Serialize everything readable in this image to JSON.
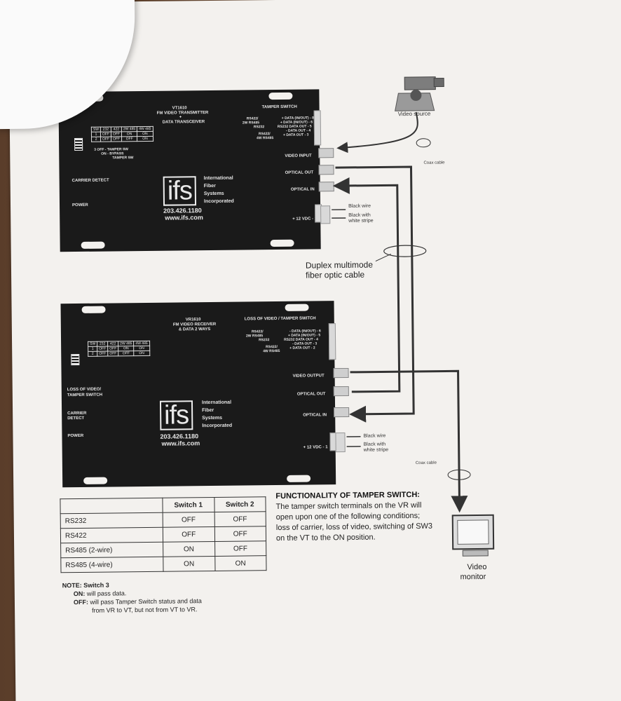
{
  "vt": {
    "model": "VT1610",
    "desc1": "FM VIDEO TRANSMITTER",
    "desc_plus": "+",
    "desc2": "DATA TRANSCEIVER",
    "tamper_title": "TAMPER SWITCH",
    "sw_header": [
      "SW",
      "232",
      "422",
      "2W 485",
      "4W 485"
    ],
    "sw_rows": [
      [
        "1",
        "OFF",
        "OFF",
        "ON",
        "ON"
      ],
      [
        "2",
        "OFF",
        "OFF",
        "OFF",
        "ON"
      ]
    ],
    "sw3_line1": "3  OFF - TAMPER SW",
    "sw3_line2": "ON - BYPASS",
    "sw3_line3": "TAMPER SW",
    "left_labels": {
      "carrier": "CARRIER DETECT",
      "power": "POWER"
    },
    "rs_left1": "RS422/",
    "rs_left2": "2W RS485",
    "rs_left3": "RS232",
    "rs_left4": "RS422/",
    "rs_left5": "4W RS485",
    "terminals": [
      "+ DATA (IN/OUT) - 8",
      "+ DATA (IN/OUT) - 6",
      "RS232 DATA OUT - 5",
      "- DATA OUT - 4",
      "+ DATA OUT - 3"
    ],
    "ports": {
      "video": "VIDEO INPUT",
      "optical_out": "OPTICAL OUT",
      "optical_in": "OPTICAL IN",
      "vdc": "+ 12 VDC - 1"
    }
  },
  "vr": {
    "model": "VR1610",
    "desc1": "FM VIDEO RECEIVER",
    "desc2": "& DATA 2 WAYS",
    "tamper_title": "LOSS OF VIDEO / TAMPER SWITCH",
    "sw_header": [
      "SW",
      "232",
      "422",
      "2W 485",
      "4W 485"
    ],
    "sw_rows": [
      [
        "1",
        "OFF",
        "OFF",
        "ON",
        "ON"
      ],
      [
        "2",
        "OFF",
        "OFF",
        "OFF",
        "ON"
      ]
    ],
    "left_labels": {
      "loss1": "LOSS OF VIDEO/",
      "loss2": "TAMPER SWITCH",
      "carrier1": "CARRIER",
      "carrier2": "DETECT",
      "power": "POWER"
    },
    "rs_left1": "RS422/",
    "rs_left2": "2W RS485",
    "rs_left3": "RS232",
    "rs_left4": "RS422/",
    "rs_left5": "4W RS485",
    "terminals": [
      "- DATA (IN/OUT) - 6",
      "+ DATA (IN/OUT) - 5",
      "RS232 DATA OUT - 4",
      "- DATA OUT - 3",
      "+ DATA OUT - 2"
    ],
    "ports": {
      "video": "VIDEO OUTPUT",
      "optical_out": "OPTICAL OUT",
      "optical_in": "OPTICAL IN",
      "vdc": "+ 12 VDC - 1"
    }
  },
  "logo": {
    "mark": "ifs",
    "words": [
      "International",
      "Fiber",
      "Systems",
      "Incorporated"
    ],
    "phone": "203.426.1180",
    "web": "www.ifs.com"
  },
  "annotations": {
    "video_source": "Video source",
    "coax_top": "Coax cable",
    "black_wire": "Black wire",
    "black_stripe1": "Black with",
    "black_stripe2": "white stripe",
    "duplex1": "Duplex multimode",
    "duplex2": "fiber optic cable",
    "coax_bottom": "Coax cable",
    "video_monitor1": "Video",
    "video_monitor2": "monitor"
  },
  "switch_table": {
    "headers": [
      "",
      "Switch 1",
      "Switch 2"
    ],
    "rows": [
      [
        "RS232",
        "OFF",
        "OFF"
      ],
      [
        "RS422",
        "OFF",
        "OFF"
      ],
      [
        "RS485 (2-wire)",
        "ON",
        "OFF"
      ],
      [
        "RS485 (4-wire)",
        "ON",
        "ON"
      ]
    ]
  },
  "note": {
    "title": "NOTE: Switch 3",
    "on_label": "ON:",
    "on_text": "will pass data.",
    "off_label": "OFF:",
    "off_text1": "will pass Tamper Switch status and data",
    "off_text2": "from VR to VT, but not from VT to VR."
  },
  "functionality": {
    "title": "FUNCTIONALITY OF TAMPER SWITCH:",
    "lines": [
      "The tamper switch terminals on the VR will",
      "open upon one of the following conditions;",
      "loss of carrier, loss of video, switching  of SW3",
      "on the VT to the ON position."
    ]
  }
}
